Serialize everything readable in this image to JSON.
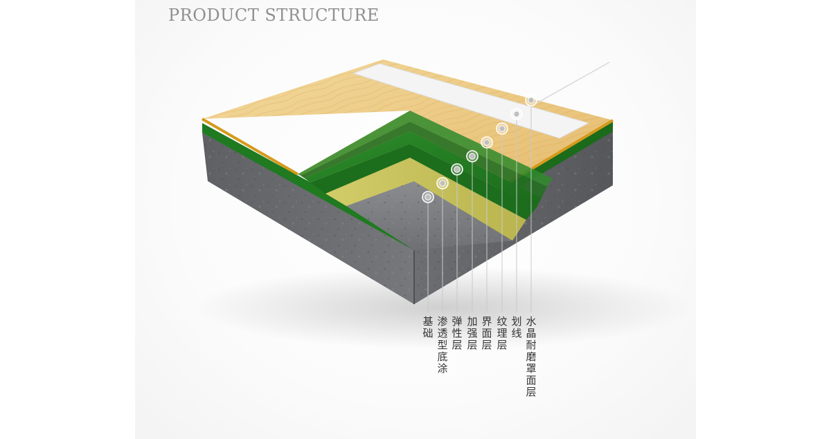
{
  "page": {
    "title": "PRODUCT STRUCTURE"
  },
  "colors": {
    "wood": "#ecc780",
    "wood_edge": "#d59a1c",
    "green": "#1f7a20",
    "green_dark": "#175f17",
    "primer": "#c6c15a",
    "concrete": "#6a6c70",
    "marker": "#bfbfbf",
    "leader_line": "#c9c9c9"
  },
  "layers": [
    {
      "id": "base",
      "label": "基础"
    },
    {
      "id": "primer",
      "label": "渗透型底涂"
    },
    {
      "id": "elastic",
      "label": "弹性层"
    },
    {
      "id": "reinforce",
      "label": "加强层"
    },
    {
      "id": "interface",
      "label": "界面层"
    },
    {
      "id": "texture",
      "label": "纹理层"
    },
    {
      "id": "lines",
      "label": "划线"
    },
    {
      "id": "topcoat",
      "label": "水晶耐磨罩面层"
    }
  ]
}
